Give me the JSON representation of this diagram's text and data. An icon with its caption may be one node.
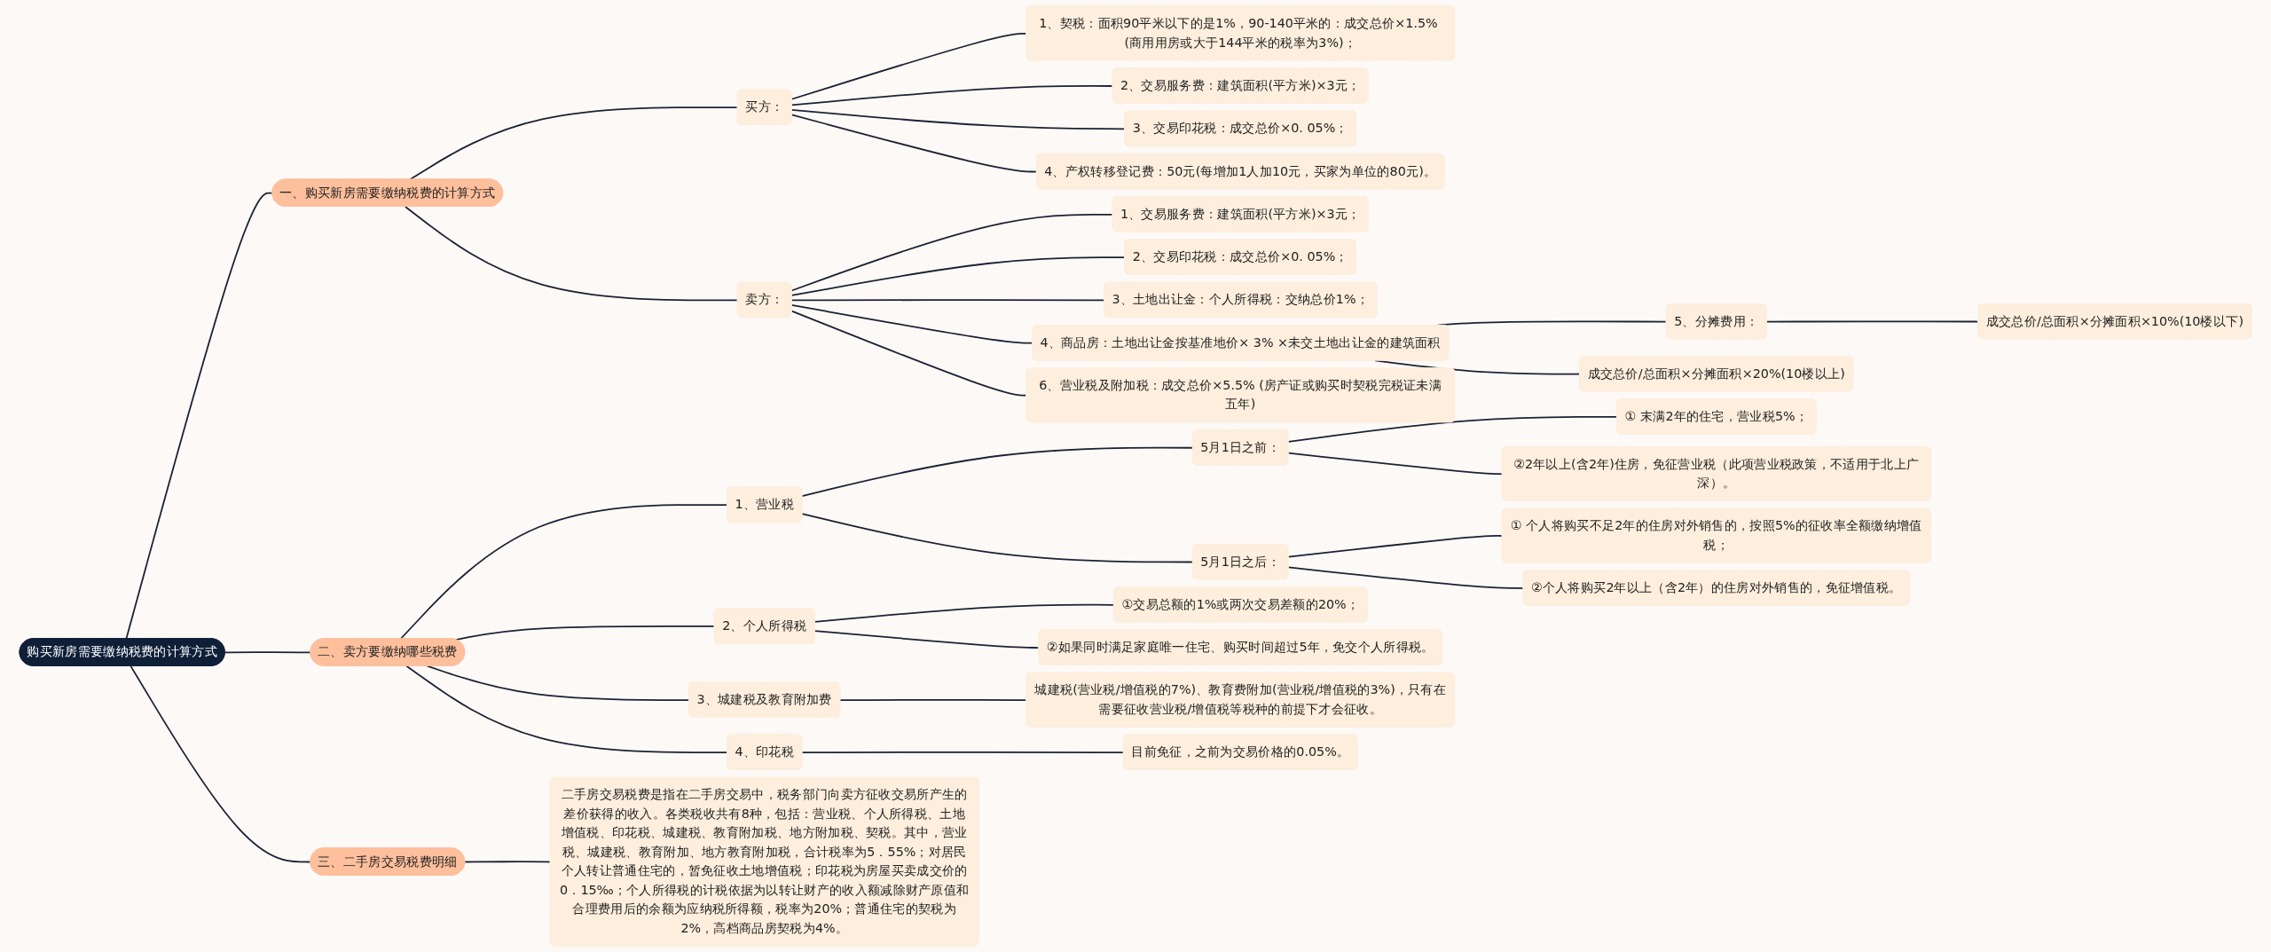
{
  "diagram": {
    "nodes": [
      {
        "text": [
          "购买新房需要缴纳税费的计算方式"
        ]
      },
      {
        "text": [
          "一、购买新房需要缴纳税费的计算方式"
        ]
      },
      {
        "text": [
          "买方："
        ]
      },
      {
        "text": [
          "1、契税：面积90平米以下的是1%，90-140平米的：成交总价×1.5% (商用用房或大于144平米的税率为3%)；"
        ]
      },
      {
        "text": [
          "2、交易服务费：建筑面积(平方米)×3元；"
        ]
      },
      {
        "text": [
          "3、交易印花税：成交总价×0. 05%；"
        ]
      },
      {
        "text": [
          "4、产权转移登记费：50元(每增加1人加10元，买家为单位的80元)。"
        ]
      },
      {
        "text": [
          "卖方："
        ]
      },
      {
        "text": [
          "1、交易服务费：建筑面积(平方米)×3元；"
        ]
      },
      {
        "text": [
          "2、交易印花税：成交总价×0. 05%；"
        ]
      },
      {
        "text": [
          "3、土地出让金：个人所得税：交纳总价1%；"
        ]
      },
      {
        "text": [
          "4、商品房：土地出让金按基准地价× 3% ×未交土地出让金的建筑面积"
        ]
      },
      {
        "text": [
          "5、分摊费用："
        ]
      },
      {
        "text": [
          "成交总价/总面积×分摊面积×10%(10楼以下)"
        ]
      },
      {
        "text": [
          "成交总价/总面积×分摊面积×20%(10楼以上)"
        ]
      },
      {
        "text": [
          "6、营业税及附加税：成交总价×5.5% (房产证或购买时契税完税证未满五年)"
        ]
      },
      {
        "text": [
          "二、卖方要缴纳哪些税费"
        ]
      },
      {
        "text": [
          "1、营业税"
        ]
      },
      {
        "text": [
          "5月1日之前："
        ]
      },
      {
        "text": [
          "① 末满2年的住宅，营业税5%；"
        ]
      },
      {
        "text": [
          "②2年以上(含2年)住房，免征营业税（此项营业税政策，不适用于北上广深）。"
        ]
      },
      {
        "text": [
          "5月1日之后："
        ]
      },
      {
        "text": [
          "① 个人将购买不足2年的住房对外销售的，按照5%的征收率全额缴纳增值税；"
        ]
      },
      {
        "text": [
          "②个人将购买2年以上（含2年）的住房对外销售的，免征增值税。"
        ]
      },
      {
        "text": [
          "2、个人所得税"
        ]
      },
      {
        "text": [
          "①交易总额的1%或两次交易差额的20%；"
        ]
      },
      {
        "text": [
          "②如果同时满足家庭唯一住宅、购买时间超过5年，免交个人所得税。"
        ]
      },
      {
        "text": [
          "3、城建税及教育附加费"
        ]
      },
      {
        "text": [
          "城建税(营业税/增值税的7%)、教育费附加(营业税/增值税的3%)，只有在需要征收营业税/增值税等税种的前提下才会征收。"
        ]
      },
      {
        "text": [
          "4、印花税"
        ]
      },
      {
        "text": [
          "目前免征，之前为交易价格的0.05%。"
        ]
      },
      {
        "text": [
          "三、二手房交易税费明细"
        ]
      },
      {
        "text": [
          "二手房交易税费是指在二手房交易中，税务部门向卖方征收交易所产生的差价获得的收入。各类税收共有8种，包括：营业税、个人所得税、土地增值税、印花税、城建税、教育附加税、地方附加税、契税。其中，营业税、城建税、教育附加、地方教育附加税，合计税率为5．55%；对居民个人转让普通住宅的，暂免征收土地增值税；印花税为房屋买卖成交价的0．15‰；个人所得税的计税依据为以转让财产的收入额减除财产原值和合理费用后的余额为应纳税所得额，税率为20%；普通住宅的契税为2%，高档商品房契税为4%。"
        ]
      }
    ],
    "edges": [
      {
        "from": 0,
        "to": 1,
        "arrow": "none"
      },
      {
        "from": 1,
        "to": 2,
        "arrow": "none"
      },
      {
        "from": 2,
        "to": 3,
        "arrow": "none"
      },
      {
        "from": 2,
        "to": 4,
        "arrow": "none"
      },
      {
        "from": 2,
        "to": 5,
        "arrow": "none"
      },
      {
        "from": 2,
        "to": 6,
        "arrow": "none"
      },
      {
        "from": 1,
        "to": 7,
        "arrow": "none"
      },
      {
        "from": 7,
        "to": 8,
        "arrow": "none"
      },
      {
        "from": 7,
        "to": 9,
        "arrow": "none"
      },
      {
        "from": 7,
        "to": 10,
        "arrow": "none"
      },
      {
        "from": 7,
        "to": 11,
        "arrow": "none"
      },
      {
        "from": 11,
        "to": 12,
        "arrow": "none"
      },
      {
        "from": 12,
        "to": 13,
        "arrow": "none"
      },
      {
        "from": 11,
        "to": 14,
        "arrow": "none"
      },
      {
        "from": 7,
        "to": 15,
        "arrow": "none"
      },
      {
        "from": 0,
        "to": 16,
        "arrow": "none"
      },
      {
        "from": 16,
        "to": 17,
        "arrow": "none"
      },
      {
        "from": 17,
        "to": 18,
        "arrow": "none"
      },
      {
        "from": 18,
        "to": 19,
        "arrow": "none"
      },
      {
        "from": 18,
        "to": 20,
        "arrow": "none"
      },
      {
        "from": 17,
        "to": 21,
        "arrow": "none"
      },
      {
        "from": 21,
        "to": 22,
        "arrow": "none"
      },
      {
        "from": 21,
        "to": 23,
        "arrow": "none"
      },
      {
        "from": 16,
        "to": 24,
        "arrow": "none"
      },
      {
        "from": 24,
        "to": 25,
        "arrow": "none"
      },
      {
        "from": 24,
        "to": 26,
        "arrow": "none"
      },
      {
        "from": 16,
        "to": 27,
        "arrow": "none"
      },
      {
        "from": 27,
        "to": 28,
        "arrow": "none"
      },
      {
        "from": 16,
        "to": 29,
        "arrow": "none"
      },
      {
        "from": 29,
        "to": 30,
        "arrow": "none"
      },
      {
        "from": 0,
        "to": 31,
        "arrow": "none"
      },
      {
        "from": 31,
        "to": 32,
        "arrow": "none"
      }
    ]
  }
}
